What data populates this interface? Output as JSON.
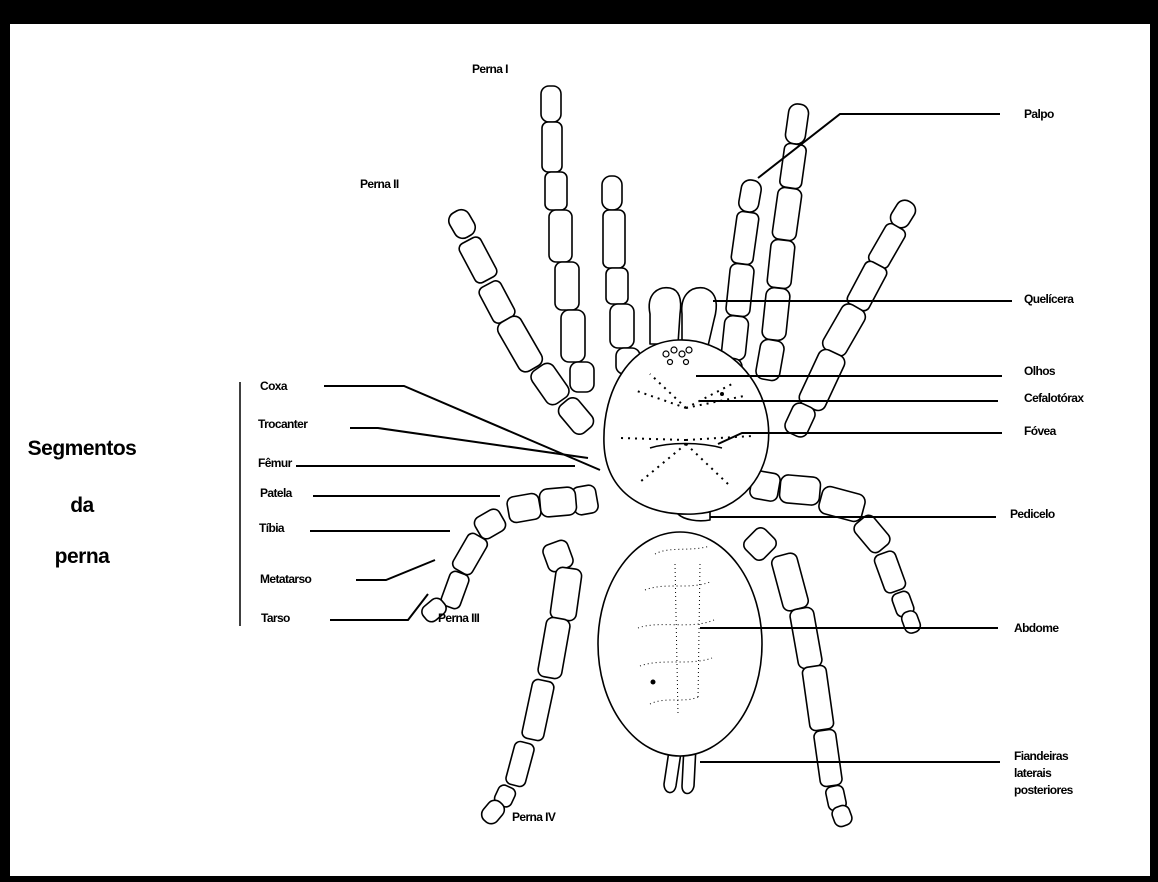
{
  "title": {
    "line1": "Segmentos",
    "line2": "da",
    "line3": "perna"
  },
  "legs": {
    "leg1": "Perna I",
    "leg2": "Perna II",
    "leg3": "Perna III",
    "leg4": "Perna IV"
  },
  "segments": {
    "coxa": "Coxa",
    "trocanter": "Trocanter",
    "femur": "Fêmur",
    "patela": "Patela",
    "tibia": "Tíbia",
    "metatarso": "Metatarso",
    "tarso": "Tarso"
  },
  "body_parts": {
    "palpo": "Palpo",
    "quelicera": "Quelícera",
    "olhos": "Olhos",
    "cefalotorax": "Cefalotórax",
    "fovea": "Fóvea",
    "pedicelo": "Pedicelo",
    "abdome": "Abdome",
    "fiandeiras_1": "Fiandeiras",
    "fiandeiras_2": "laterais",
    "fiandeiras_3": "posteriores"
  }
}
